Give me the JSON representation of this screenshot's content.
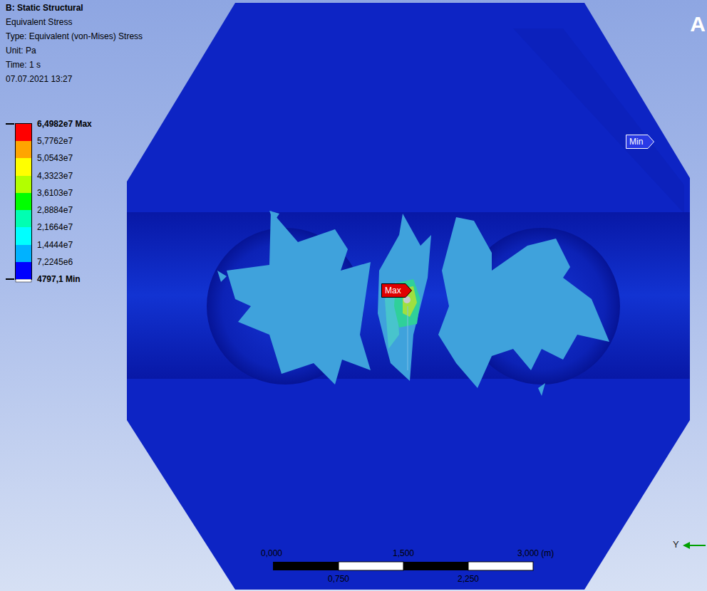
{
  "diagram": {
    "title": "B: Static Structural",
    "nodes": [
      {
        "text": [
          "Max"
        ]
      },
      {
        "text": [
          "Min"
        ]
      }
    ],
    "labels": [
      "Equivalent Stress",
      "Type: Equivalent (von-Mises) Stress",
      "Unit: Pa",
      "Time: 1 s",
      "07.07.2021 13:27",
      "4797,1 Min",
      "0,000",
      "1,500",
      "3,000 (m)",
      "0,750",
      "2,250",
      "Y",
      "A"
    ],
    "legend": [
      {
        "text": "6,4982e7 Max",
        "color": "#ff0000"
      },
      {
        "text": "5,7762e7",
        "color": "#ffa500"
      },
      {
        "text": "5,0543e7",
        "color": "#ffff00"
      },
      {
        "text": "4,3323e7",
        "color": "#b2ff00"
      },
      {
        "text": "3,6103e7",
        "color": "#00ff00"
      },
      {
        "text": "2,8884e7",
        "color": "#00ffb2"
      },
      {
        "text": "2,1664e7",
        "color": "#00ffff"
      },
      {
        "text": "1,4444e7",
        "color": "#00b2ff"
      },
      {
        "text": "7,2245e6",
        "color": "#0000ff"
      }
    ]
  }
}
